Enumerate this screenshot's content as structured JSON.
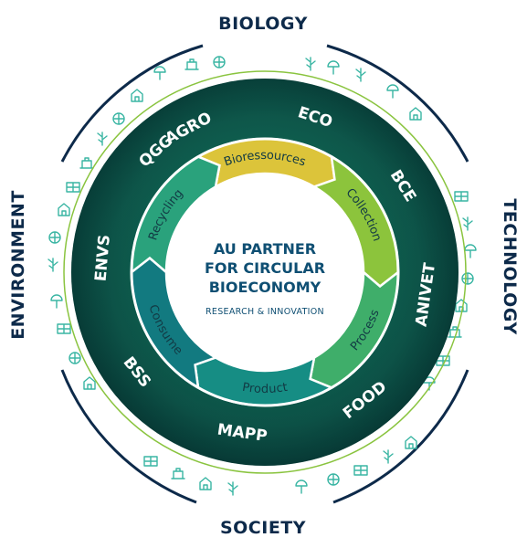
{
  "axes": {
    "top": "BIOLOGY",
    "right": "TECHNOLOGY",
    "bottom": "SOCIETY",
    "left": "ENVIRONMENT"
  },
  "departments": [
    "AGRO",
    "ECO",
    "BCE",
    "ANIVET",
    "FOOD",
    "MAPP",
    "BSS",
    "ENVS",
    "QGG"
  ],
  "cycle": [
    "Bioressources",
    "Collection",
    "Process",
    "Product",
    "Consume",
    "Recycling"
  ],
  "center": {
    "title_lines": [
      "AU PARTNER",
      "FOR CIRCULAR",
      "BIOECONOMY"
    ],
    "subtitle": "RESEARCH & INNOVATION"
  },
  "colors": {
    "outer_ring": "#0e5a4e",
    "outer_ring_dark": "#07423c",
    "cycle_start": "#e4c83c",
    "cycle_mid": "#7cbf3c",
    "cycle_teal": "#1fa08c",
    "cycle_end": "#0f6b7d",
    "axis_text": "#0d2a4a",
    "arc_line": "#0d2a4a",
    "accent_line": "#8ac43f",
    "doodle": "#39b5a3"
  }
}
